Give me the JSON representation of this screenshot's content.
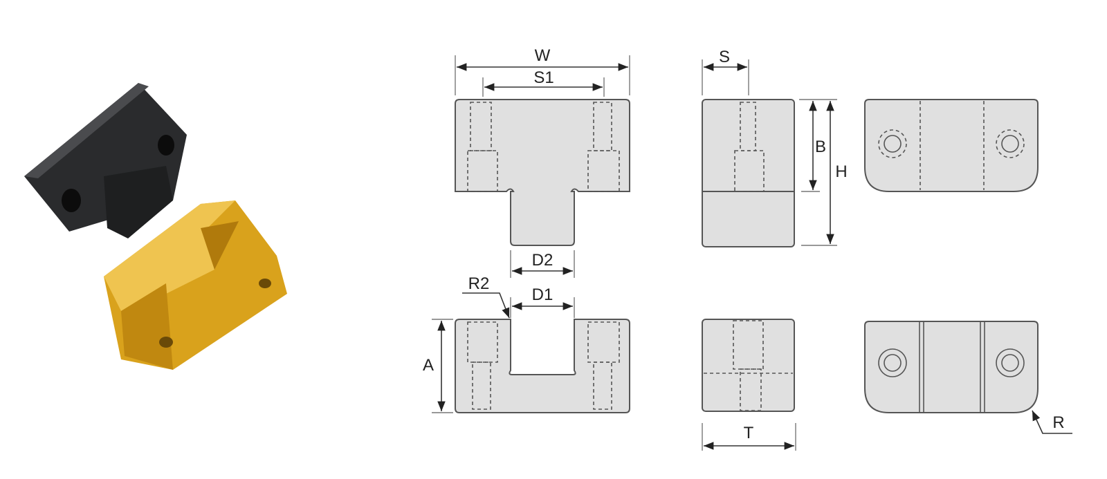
{
  "labels": {
    "W": "W",
    "S1": "S1",
    "D2": "D2",
    "D1": "D1",
    "R2": "R2",
    "A": "A",
    "S": "S",
    "B": "B",
    "H": "H",
    "T": "T",
    "R": "R"
  },
  "colors": {
    "part_fill": "#e0e0e0",
    "black_block": "#2a2b2d",
    "gold_block": "#d9a21c"
  }
}
